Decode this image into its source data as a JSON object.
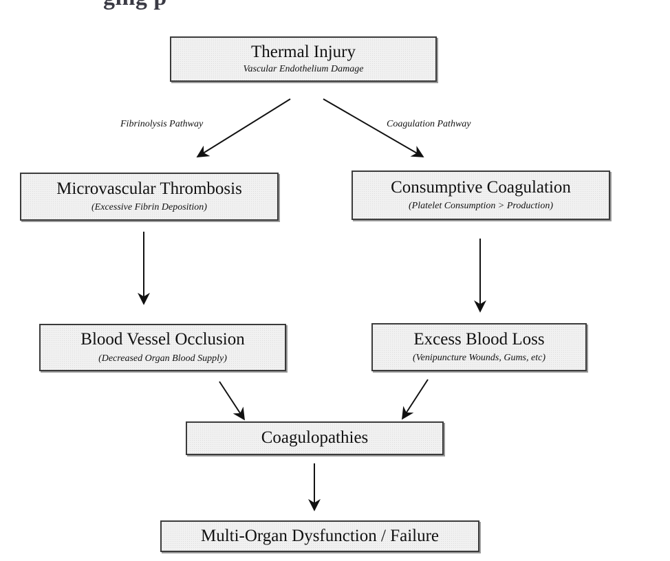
{
  "header": {
    "cut_text": "ging                                                             p"
  },
  "nodes": {
    "thermal": {
      "title": "Thermal Injury",
      "sub": "Vascular Endothelium Damage"
    },
    "micro": {
      "title": "Microvascular Thrombosis",
      "sub": "(Excessive Fibrin Deposition)"
    },
    "consump": {
      "title": "Consumptive Coagulation",
      "sub": "(Platelet Consumption > Production)"
    },
    "vessel": {
      "title": "Blood Vessel Occlusion",
      "sub": "(Decreased Organ Blood Supply)"
    },
    "loss": {
      "title": "Excess Blood Loss",
      "sub": "(Venipuncture Wounds, Gums, etc)"
    },
    "coag": {
      "title": "Coagulopathies"
    },
    "failure": {
      "title": "Multi-Organ Dysfunction / Failure"
    }
  },
  "edges": {
    "fibrinolysis_label": "Fibrinolysis Pathway",
    "coagulation_label": "Coagulation Pathway"
  },
  "colors": {
    "box_fill": "#f1f1f1",
    "box_border": "#3a3a3a",
    "arrow": "#111111"
  }
}
